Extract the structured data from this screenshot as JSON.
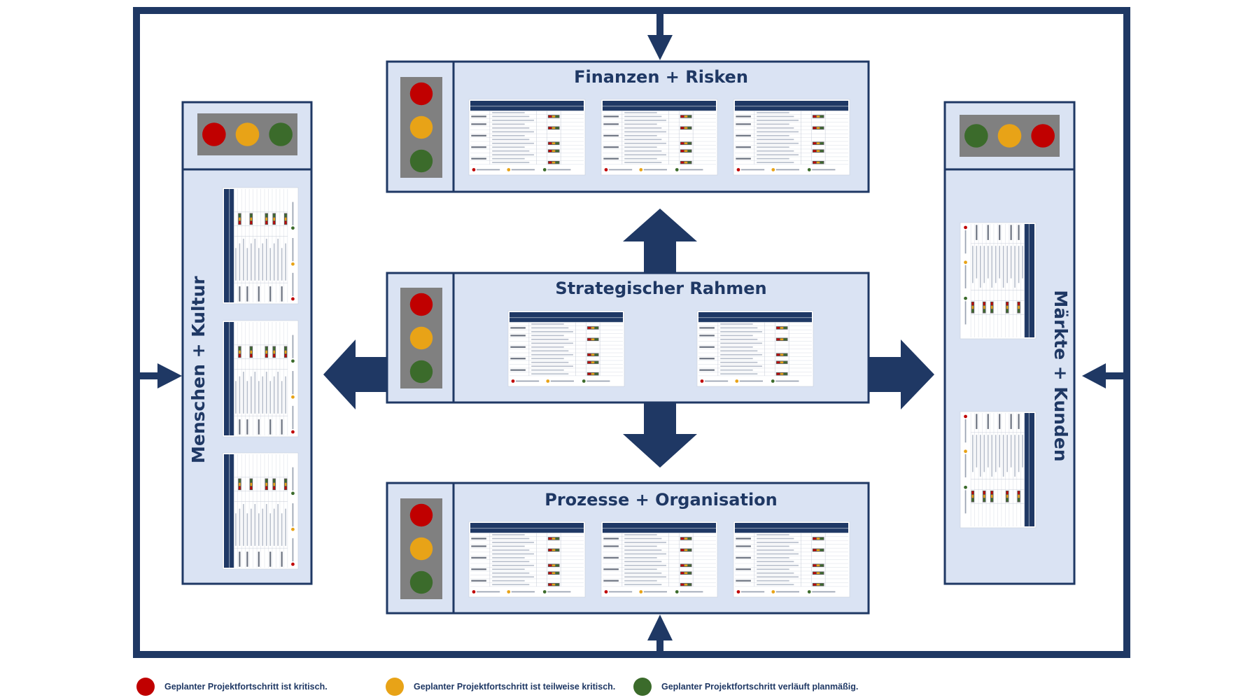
{
  "colors": {
    "navy": "#1f3864",
    "panel": "#dae3f3",
    "red": "#c00000",
    "amber": "#e8a317",
    "green": "#3b6b2b",
    "gray": "#808080"
  },
  "boxes": {
    "top": "Finanzen + Risken",
    "center": "Strategischer Rahmen",
    "bottom": "Prozesse + Organisation",
    "left": "Menschen + Kultur",
    "right": "Märkte + Kunden"
  },
  "traffic_light_orders": {
    "top": [
      "red",
      "amber",
      "green"
    ],
    "center": [
      "red",
      "amber",
      "green"
    ],
    "bottom": [
      "red",
      "amber",
      "green"
    ],
    "left": [
      "red",
      "amber",
      "green"
    ],
    "right": [
      "green",
      "amber",
      "red"
    ]
  },
  "legend": [
    {
      "color": "red",
      "label": "Geplanter Projektfortschritt ist kritisch."
    },
    {
      "color": "amber",
      "label": "Geplanter Projektfortschritt ist teilweise kritisch."
    },
    {
      "color": "green",
      "label": "Geplanter Projektfortschritt verläuft planmäßig."
    }
  ]
}
